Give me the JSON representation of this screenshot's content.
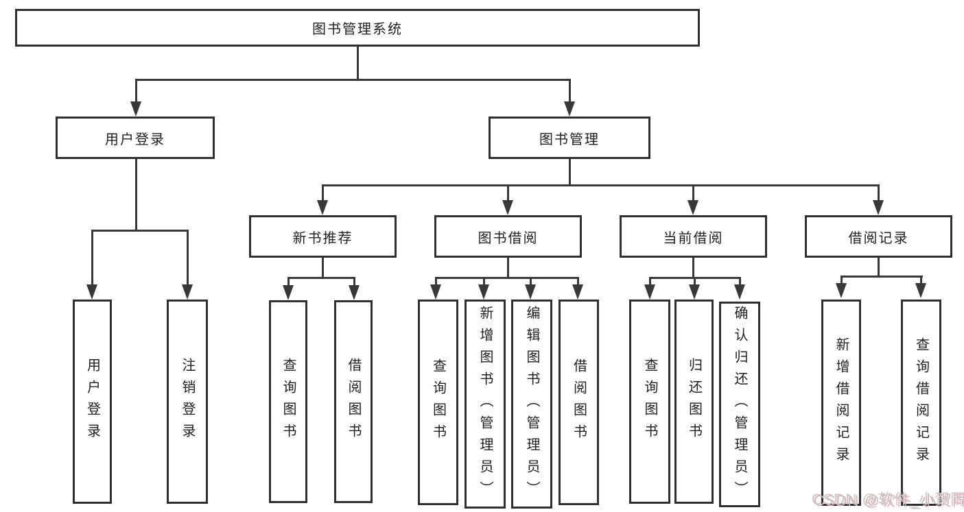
{
  "diagram": {
    "nodes": {
      "root": "图书管理系统",
      "user_login": "用户登录",
      "book_mgmt": "图书管理",
      "new_rec": "新书推荐",
      "book_borrow": "图书借阅",
      "cur_borrow": "当前借阅",
      "borrow_rec": "借阅记录",
      "ul_login": "用户登录",
      "ul_logout": "注销登录",
      "nr_query": "查询图书",
      "nr_borrow": "借阅图书",
      "bb_query": "查询图书",
      "bb_add": "新增图书（管理员）",
      "bb_edit": "编辑图书（管理员）",
      "bb_borrow": "借阅图书",
      "cb_query": "查询图书",
      "cb_return": "归还图书",
      "cb_confirm": "确认归还（管理员）",
      "br_add": "新增借阅记录",
      "br_query": "查询借阅记录"
    },
    "watermark": "CSDN @软件_小贺同学",
    "colors": {
      "line": "#383838",
      "box_border": "#2f2f2f",
      "text": "#1f1f1f",
      "background": "#ffffff",
      "watermark_gray": "#c6c6c6",
      "watermark_shadow": "#e5b0ac"
    }
  }
}
